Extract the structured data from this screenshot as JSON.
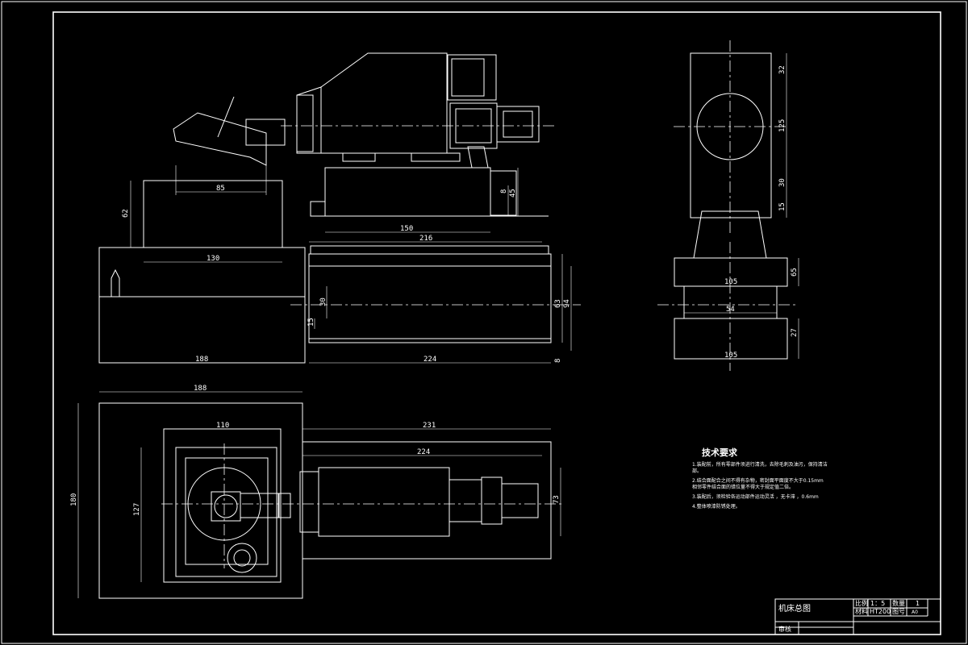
{
  "front_view": {
    "dims": {
      "d85": "85",
      "d62": "62",
      "d130": "130",
      "d150": "150",
      "d216": "216",
      "d8a": "8",
      "d45": "45",
      "d30": "30",
      "d188": "188",
      "d224": "224",
      "d63": "63",
      "d94": "94",
      "d15": "15",
      "d8b": "8"
    }
  },
  "side_view": {
    "dims": {
      "d32": "32",
      "d125": "125",
      "d30": "30",
      "d15": "15",
      "d105a": "105",
      "d65": "65",
      "d54": "54",
      "d27": "27",
      "d105b": "105"
    }
  },
  "top_view": {
    "dims": {
      "d188": "188",
      "d110": "110",
      "d231": "231",
      "d224": "224",
      "d180": "180",
      "d127": "127",
      "d73": "73"
    }
  },
  "notes": {
    "title": "技术要求",
    "lines": [
      "1.装配前，所有零部件须进行清洗，去除毛刺及油污，保持清洁",
      "部。",
      "2.结合面配合之间不得有杂物，密封面平面度不大于0.15mm",
      "相邻零件结合面的错位量不得大于规定值二倍。",
      "3.装配后，须检验各运动部件运动灵活 ，无卡滞 ，0.6mm",
      "4.整体喷漆防锈处理。"
    ]
  },
  "title_block": {
    "name": "机床总图",
    "scale_label": "比例",
    "scale": "1：5",
    "qty_label": "数量",
    "qty": "1",
    "material_label": "材料",
    "material": "HT200",
    "drawing_no_label": "图号",
    "drawing_no": "A0",
    "review_label": "审核"
  }
}
